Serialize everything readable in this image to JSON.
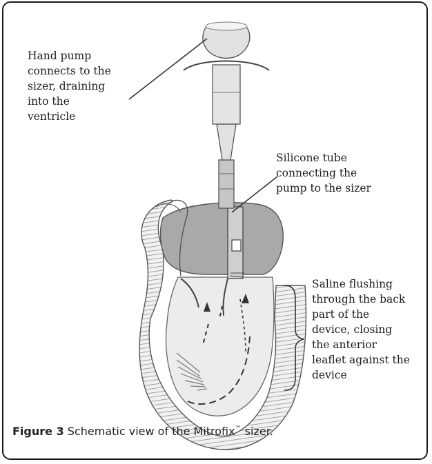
{
  "figure": {
    "labels": {
      "hand_pump": "Hand pump\nconnects to the\nsizer, draining\ninto the\nventricle",
      "silicone_tube": "Silicone tube\nconnecting the\npump to the sizer",
      "saline_flushing": "Saline flushing\nthrough the back\npart of the\ndevice, closing\nthe anterior\nleaflet against the\ndevice"
    },
    "caption": {
      "figure_number": "Figure 3",
      "text_before": "Schematic view of the Mitrofix",
      "trademark": "™",
      "text_after": " sizer."
    }
  }
}
